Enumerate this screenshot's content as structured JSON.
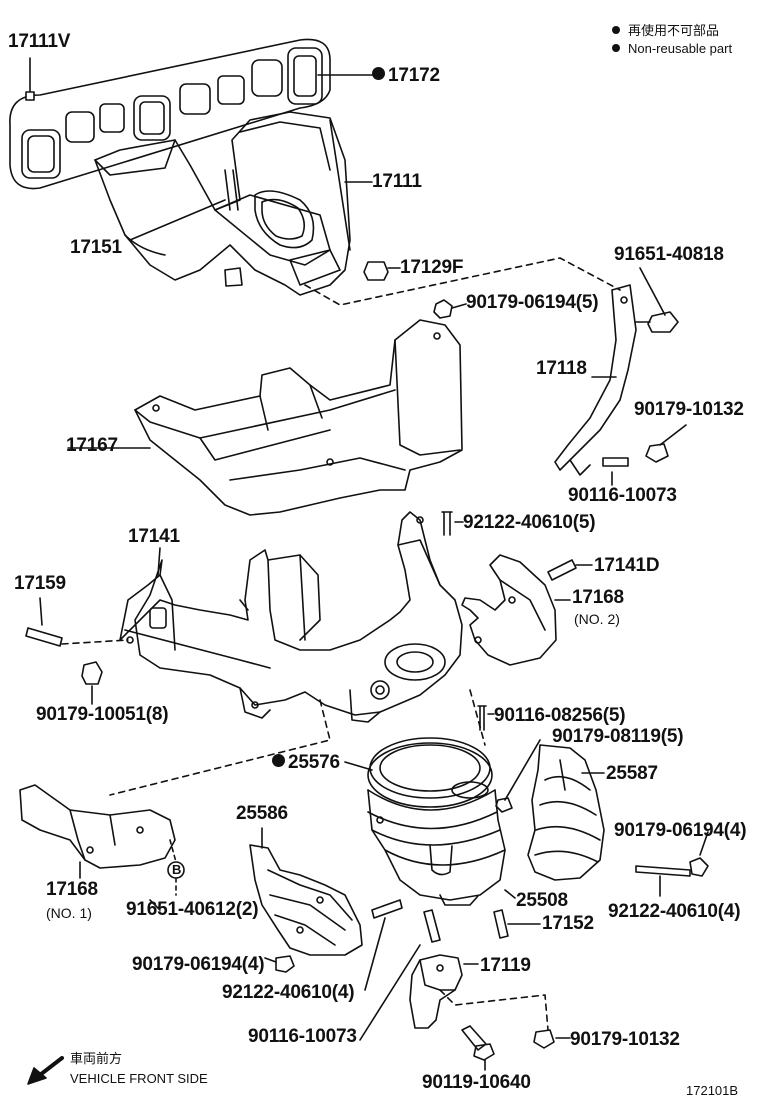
{
  "legend": {
    "jp": "再使用不可部品",
    "en": "Non-reusable part"
  },
  "labels": {
    "p17111V": "17111V",
    "p17172": "17172",
    "p17111": "17111",
    "p17151": "17151",
    "p17129F": "17129F",
    "p91651_40818": "91651-40818",
    "p90179_06194_5": "90179-06194(5)",
    "p17118": "17118",
    "p90179_10132_a": "90179-10132",
    "p17167": "17167",
    "p90116_10073_a": "90116-10073",
    "p92122_40610_5": "92122-40610(5)",
    "p17141": "17141",
    "p17141D": "17141D",
    "p17159": "17159",
    "p17168_no2": "17168",
    "p17168_no2_sub": "(NO. 2)",
    "p90179_10051_8": "90179-10051(8)",
    "p90116_08256_5": "90116-08256(5)",
    "p90179_08119_5": "90179-08119(5)",
    "p25576": "25576",
    "p25587": "25587",
    "p90179_06194_4_r": "90179-06194(4)",
    "p25586": "25586",
    "p17168_no1": "17168",
    "p17168_no1_sub": "(NO. 1)",
    "p91651_40612_2": "91651-40612(2)",
    "p25508": "25508",
    "p17152": "17152",
    "p92122_40610_4_r": "92122-40610(4)",
    "p90179_06194_4_l": "90179-06194(4)",
    "p17119": "17119",
    "p92122_40610_4_l": "92122-40610(4)",
    "p90116_10073_b": "90116-10073",
    "p90179_10132_b": "90179-10132",
    "p90119_10640": "90119-10640",
    "callout_b": "B"
  },
  "front": {
    "jp": "車両前方",
    "en": "VEHICLE FRONT SIDE"
  },
  "diagram_code": "172101B"
}
